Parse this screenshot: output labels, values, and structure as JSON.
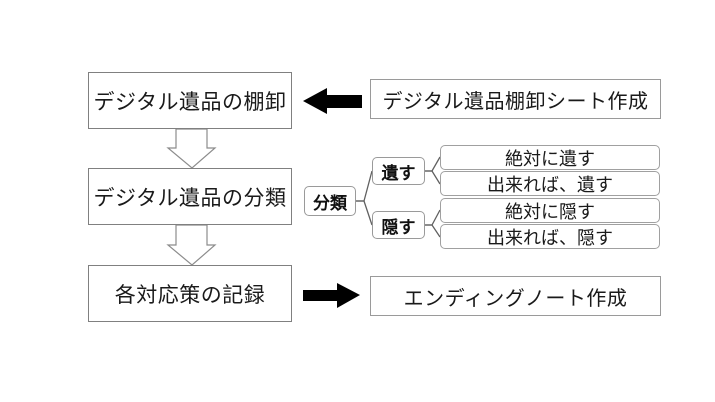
{
  "diagram": {
    "title_note": "",
    "colors": {
      "background": "#ffffff",
      "box_border": "#808080",
      "thin_border": "#9a9a9a",
      "arrow_solid": "#000000",
      "arrow_hollow_stroke": "#808080",
      "text": "#1a1a1a"
    },
    "process_steps": [
      {
        "id": "inventory",
        "label": "デジタル遺品の棚卸"
      },
      {
        "id": "classify",
        "label": "デジタル遺品の分類"
      },
      {
        "id": "record",
        "label": "各対応策の記録"
      }
    ],
    "outputs": [
      {
        "id": "sheet",
        "label": "デジタル遺品棚卸シート作成",
        "arrow": "left-black-arrow"
      },
      {
        "id": "ending",
        "label": "エンディングノート作成",
        "arrow": "right-black-arrow"
      }
    ],
    "classification": {
      "root_label": "分類",
      "branches": [
        {
          "id": "nokosu",
          "label": "遺す",
          "items": [
            {
              "label": "絶対に遺す"
            },
            {
              "label": "出来れば、遺す"
            }
          ]
        },
        {
          "id": "kakusu",
          "label": "隠す",
          "items": [
            {
              "label": "絶対に隠す"
            },
            {
              "label": "出来れば、隠す"
            }
          ]
        }
      ]
    },
    "leaf_items": [
      {
        "label": "絶対に遺す"
      },
      {
        "label": "出来れば、遺す"
      },
      {
        "label": "絶対に隠す"
      },
      {
        "label": "出来れば、隠す"
      }
    ],
    "flow_arrows": [
      {
        "id": "down-1",
        "style": "hollow-block-down",
        "from": "inventory",
        "to": "classify"
      },
      {
        "id": "down-2",
        "style": "hollow-block-down",
        "from": "classify",
        "to": "record"
      }
    ]
  }
}
